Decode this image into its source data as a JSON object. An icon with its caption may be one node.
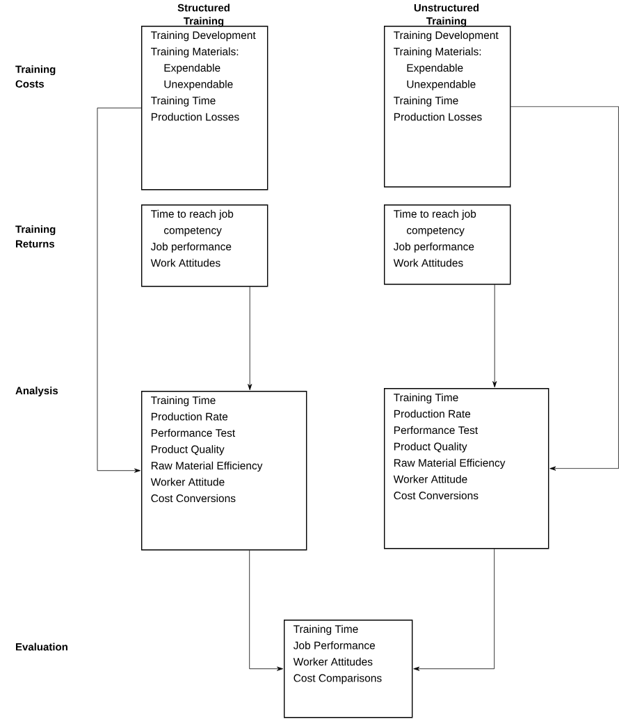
{
  "diagram": {
    "nodes": [
      {
        "text": [
          "Training Development",
          "Training Materials:",
          "Expendable",
          "Unexpendable",
          "Training Time",
          "Production Losses"
        ]
      },
      {
        "text": [
          "Training Development",
          "Training Materials:",
          "Expendable",
          "Unexpendable",
          "Training Time",
          "Production Losses"
        ]
      },
      {
        "text": [
          "Time to reach job competency",
          "Job performance",
          "Work Attitudes"
        ]
      },
      {
        "text": [
          "Time to reach job competency",
          "Job performance",
          "Work Attitudes"
        ]
      },
      {
        "text": [
          "Training Time",
          "Production Rate",
          "Performance Test",
          "Product Quality",
          "Raw Material Efficiency",
          "Worker Attitude",
          "Cost Conversions"
        ]
      },
      {
        "text": [
          "Training Time",
          "Production Rate",
          "Performance Test",
          "Product Quality",
          "Raw Material Efficiency",
          "Worker Attitude",
          "Cost Conversions"
        ]
      },
      {
        "text": [
          "Training Time",
          "Job Performance",
          "Worker Attitudes",
          "Cost Comparisons"
        ]
      }
    ],
    "edges": [
      {
        "from": 0,
        "to": 4,
        "arrow": "to"
      },
      {
        "from": 1,
        "to": 5,
        "arrow": "to"
      },
      {
        "from": 2,
        "to": 4,
        "arrow": "to"
      },
      {
        "from": 3,
        "to": 5,
        "arrow": "to"
      },
      {
        "from": 4,
        "to": 6,
        "arrow": "to"
      },
      {
        "from": 5,
        "to": 6,
        "arrow": "to"
      }
    ],
    "labels": [
      "Structured Training",
      "Unstructured Training",
      "Training Costs",
      "Training Returns",
      "Analysis",
      "Evaluation"
    ]
  }
}
